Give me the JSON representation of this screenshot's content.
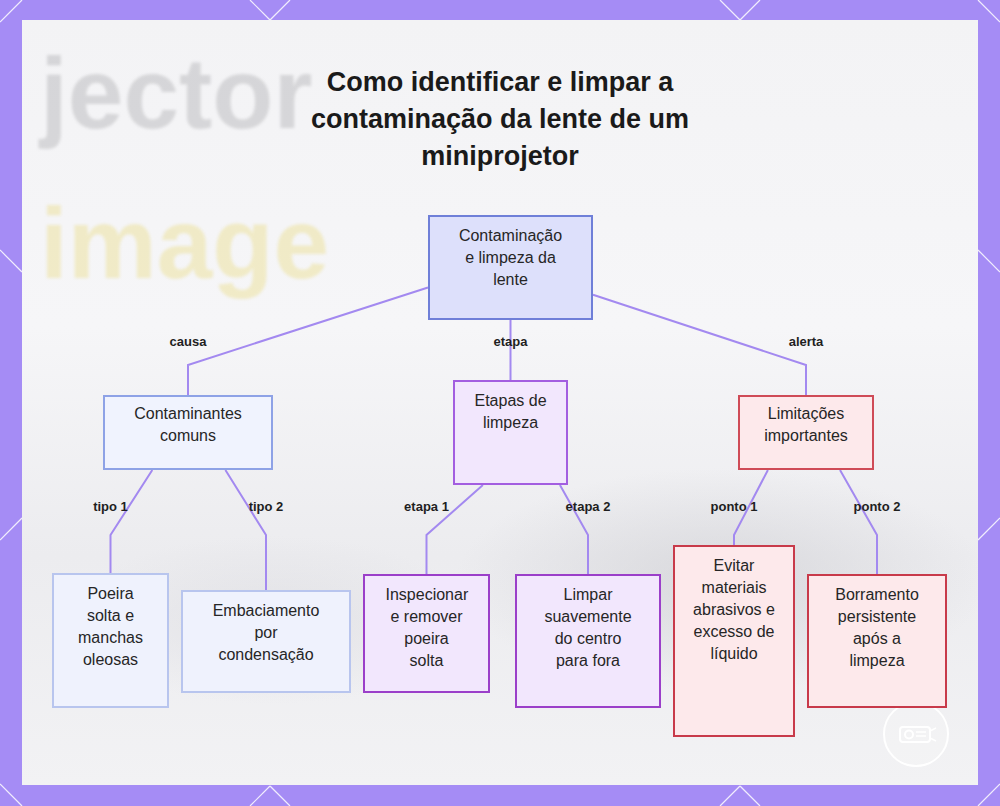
{
  "diagram": {
    "title": "Como identificar e limpar a contaminação da lente de um miniprojetor",
    "nodes": [
      {
        "text": [
          "Contaminação e limpeza da lente"
        ]
      },
      {
        "text": [
          "Contaminantes comuns"
        ]
      },
      {
        "text": [
          "Etapas de limpeza"
        ]
      },
      {
        "text": [
          "Limitações importantes"
        ]
      },
      {
        "text": [
          "Poeira solta e manchas oleosas"
        ]
      },
      {
        "text": [
          "Embaciamento por condensação"
        ]
      },
      {
        "text": [
          "Inspecionar e remover poeira solta"
        ]
      },
      {
        "text": [
          "Limpar suavemente do centro para fora"
        ]
      },
      {
        "text": [
          "Evitar materiais abrasivos e excesso de líquido"
        ]
      },
      {
        "text": [
          "Borramento persistente após a limpeza"
        ]
      }
    ],
    "edges": [
      {
        "from": 0,
        "to": 1,
        "label": "causa",
        "arrow": "none"
      },
      {
        "from": 0,
        "to": 2,
        "label": "etapa",
        "arrow": "none"
      },
      {
        "from": 0,
        "to": 3,
        "label": "alerta",
        "arrow": "none"
      },
      {
        "from": 1,
        "to": 4,
        "label": "tipo 1",
        "arrow": "none"
      },
      {
        "from": 1,
        "to": 5,
        "label": "tipo 2",
        "arrow": "none"
      },
      {
        "from": 2,
        "to": 6,
        "label": "etapa 1",
        "arrow": "none"
      },
      {
        "from": 2,
        "to": 7,
        "label": "etapa 2",
        "arrow": "none"
      },
      {
        "from": 3,
        "to": 8,
        "label": "ponto 1",
        "arrow": "none"
      },
      {
        "from": 3,
        "to": 9,
        "label": "ponto 2",
        "arrow": "none"
      }
    ],
    "labels": [
      "jector",
      "image"
    ]
  }
}
